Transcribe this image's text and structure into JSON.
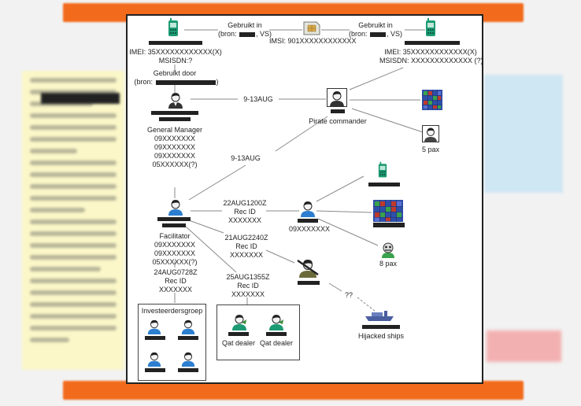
{
  "top_left_phone": {
    "used_in_left": "Gebruikt in",
    "source_left_prefix": "(bron:",
    "source_left_suffix": ", VS)",
    "imei": "IMEI: 35XXXXXXXXXXXX(X)",
    "msisdn": "MSISDN:?",
    "used_by": "Gebruikt door",
    "used_by_source_prefix": "(bron:",
    "used_by_source_suffix": ")"
  },
  "sim": {
    "imsi": "IMSI: 901XXXXXXXXXXXX"
  },
  "top_right_phone": {
    "used_in": "Gebruikt in",
    "source_prefix": "(bron:",
    "source_suffix": ", VS)",
    "imei": "IMEI: 35XXXXXXXXXXXX(X)",
    "msisdn": "MSISDN: XXXXXXXXXXXXX (?)"
  },
  "general_manager": {
    "title": "General Manager",
    "numbers": [
      "09XXXXXXX",
      "09XXXXXXX",
      "09XXXXXXX",
      "05XXXXXX(?)"
    ]
  },
  "pirate_commander": {
    "title": "Pirate commander",
    "link_date_gm": "9-13AUG"
  },
  "five_pax": "5 pax",
  "gm_facilitator_link": "9-13AUG",
  "facilitator": {
    "title": "Facilitator",
    "numbers": [
      "09XXXXXXX",
      "09XXXXXXX",
      "05XXXXXX(?)"
    ]
  },
  "links": {
    "l1_date": "22AUG1200Z",
    "l1_rec": "Rec ID",
    "l1_id": "XXXXXXX",
    "l2_date": "21AUG2240Z",
    "l2_rec": "Rec ID",
    "l2_id": "XXXXXXX",
    "l3_date": "25AUG1355Z",
    "l3_rec": "Rec ID",
    "l3_id": "XXXXXXX",
    "l4_date": "24AUG0728Z",
    "l4_rec": "Rec ID",
    "l4_id": "XXXXXXX"
  },
  "middle_person_number": "09XXXXXXX",
  "eight_pax": "8 pax",
  "unknown_link": "??",
  "hijacked_ships": "Hijacked ships",
  "investors_group": "Investeerdersgroep",
  "qat_dealers": [
    "Qat dealer",
    "Qat dealer"
  ],
  "colors": {
    "orange_bar": "#f26b1d",
    "phone_green": "#1c9a73",
    "shirt_blue": "#2c7fd0",
    "redaction": "#222222"
  }
}
